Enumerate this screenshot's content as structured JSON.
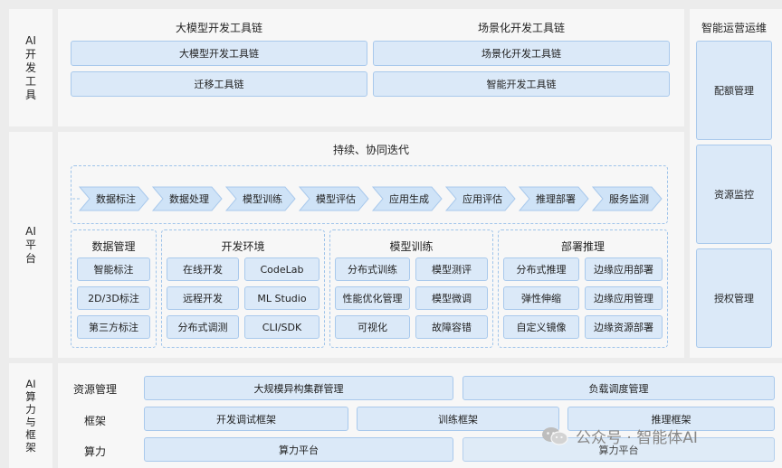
{
  "dev_tools": {
    "label": "AI\n开\n发\n工\n具",
    "left_title": "大模型开发工具链",
    "right_title": "场景化开发工具链",
    "left_boxes": [
      "大模型开发工具链",
      "迁移工具链"
    ],
    "right_boxes": [
      "场景化开发工具链",
      "智能开发工具链"
    ]
  },
  "ops": {
    "title": "智能运营运维",
    "items": [
      "配额管理",
      "资源监控",
      "授权管理"
    ]
  },
  "platform": {
    "label": "AI\n平\n台",
    "iterate_title": "持续、协同迭代",
    "pipeline": [
      "数据标注",
      "数据处理",
      "模型训练",
      "模型评估",
      "应用生成",
      "应用评估",
      "推理部署",
      "服务监测"
    ],
    "groups": [
      {
        "title": "数据管理",
        "items": [
          "智能标注",
          "2D/3D标注",
          "第三方标注"
        ]
      },
      {
        "title": "开发环境",
        "items": [
          "在线开发",
          "CodeLab",
          "远程开发",
          "ML Studio",
          "分布式调测",
          "CLI/SDK"
        ]
      },
      {
        "title": "模型训练",
        "items": [
          "分布式训练",
          "模型测评",
          "性能优化管理",
          "模型微调",
          "可视化",
          "故障容错"
        ]
      },
      {
        "title": "部署推理",
        "items": [
          "分布式推理",
          "边缘应用部署",
          "弹性伸缩",
          "边缘应用管理",
          "自定义镜像",
          "边缘资源部署"
        ]
      }
    ]
  },
  "compute": {
    "label": "AI\n算\n力\n与\n框\n架",
    "rows": [
      {
        "label": "资源管理",
        "boxes": [
          "大规模异构集群管理",
          "负载调度管理"
        ]
      },
      {
        "label": "框架",
        "boxes": [
          "开发调试框架",
          "训练框架",
          "推理框架"
        ]
      },
      {
        "label": "算力",
        "boxes": [
          "算力平台",
          "算力平台"
        ]
      }
    ]
  },
  "watermark": {
    "text": "公众号 · 智能体AI",
    "icon": "wechat-icon"
  },
  "colors": {
    "box_fill": "#dbe9f8",
    "box_border": "#a9c9ec",
    "arrow_fill": "#cfe3f7"
  }
}
